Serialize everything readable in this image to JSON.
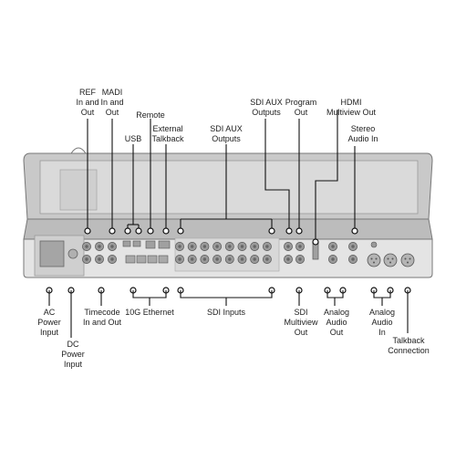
{
  "labels_top": [
    {
      "id": "ref",
      "lines": [
        "REF",
        "In and",
        "Out"
      ]
    },
    {
      "id": "madi",
      "lines": [
        "MADI",
        "In and",
        "Out"
      ]
    },
    {
      "id": "usb",
      "lines": [
        "USB"
      ]
    },
    {
      "id": "remote",
      "lines": [
        "Remote"
      ]
    },
    {
      "id": "external-talkback",
      "lines": [
        "External",
        "Talkback"
      ]
    },
    {
      "id": "sdi-aux-outputs-mid",
      "lines": [
        "SDI AUX",
        "Outputs"
      ]
    },
    {
      "id": "sdi-aux-outputs-right",
      "lines": [
        "SDI AUX",
        "Outputs"
      ]
    },
    {
      "id": "program-out",
      "lines": [
        "Program",
        "Out"
      ]
    },
    {
      "id": "hdmi-multiview-out",
      "lines": [
        "HDMI",
        "Multiview Out"
      ]
    },
    {
      "id": "stereo-audio-in",
      "lines": [
        "Stereo",
        "Audio In"
      ]
    }
  ],
  "labels_bottom": [
    {
      "id": "ac-power-input",
      "lines": [
        "AC",
        "Power",
        "Input"
      ]
    },
    {
      "id": "dc-power-input",
      "lines": [
        "DC",
        "Power",
        "Input"
      ]
    },
    {
      "id": "timecode-in-out",
      "lines": [
        "Timecode",
        "In and Out"
      ]
    },
    {
      "id": "ethernet-10g",
      "lines": [
        "10G Ethernet"
      ]
    },
    {
      "id": "sdi-inputs",
      "lines": [
        "SDI Inputs"
      ]
    },
    {
      "id": "sdi-multiview-out",
      "lines": [
        "SDI",
        "Multiview",
        "Out"
      ]
    },
    {
      "id": "analog-audio-out",
      "lines": [
        "Analog",
        "Audio",
        "Out"
      ]
    },
    {
      "id": "analog-audio-in",
      "lines": [
        "Analog",
        "Audio",
        "In"
      ]
    },
    {
      "id": "talkback-connection",
      "lines": [
        "Talkback",
        "Connection"
      ]
    }
  ],
  "colors": {
    "line": "#111111",
    "body": "#e4e4e4",
    "panel": "#cfcfcf",
    "port": "#9a9a9a",
    "outline": "#777777"
  }
}
